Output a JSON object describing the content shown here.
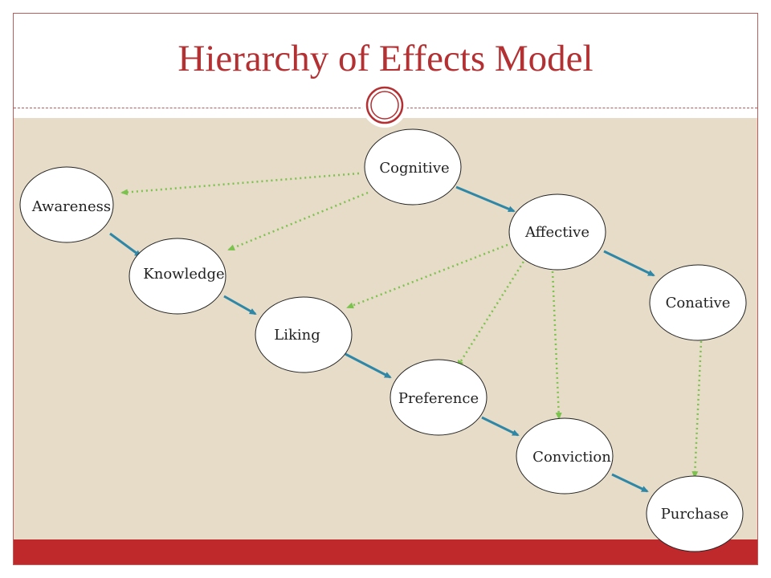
{
  "title": "Hierarchy of Effects Model",
  "colors": {
    "title": "#b33033",
    "accent_bar": "#c0292c",
    "content_bg": "#e6dcc8",
    "solid_arrow": "#2e87a6",
    "dotted_arrow": "#7cc24e"
  },
  "icon": "circle-ring-icon",
  "nodes": {
    "cognitive": "Cognitive",
    "affective": "Affective",
    "conative": "Conative",
    "awareness": "Awareness",
    "knowledge": "Knowledge",
    "liking": "Liking",
    "preference": "Preference",
    "conviction": "Conviction",
    "purchase": "Purchase"
  }
}
